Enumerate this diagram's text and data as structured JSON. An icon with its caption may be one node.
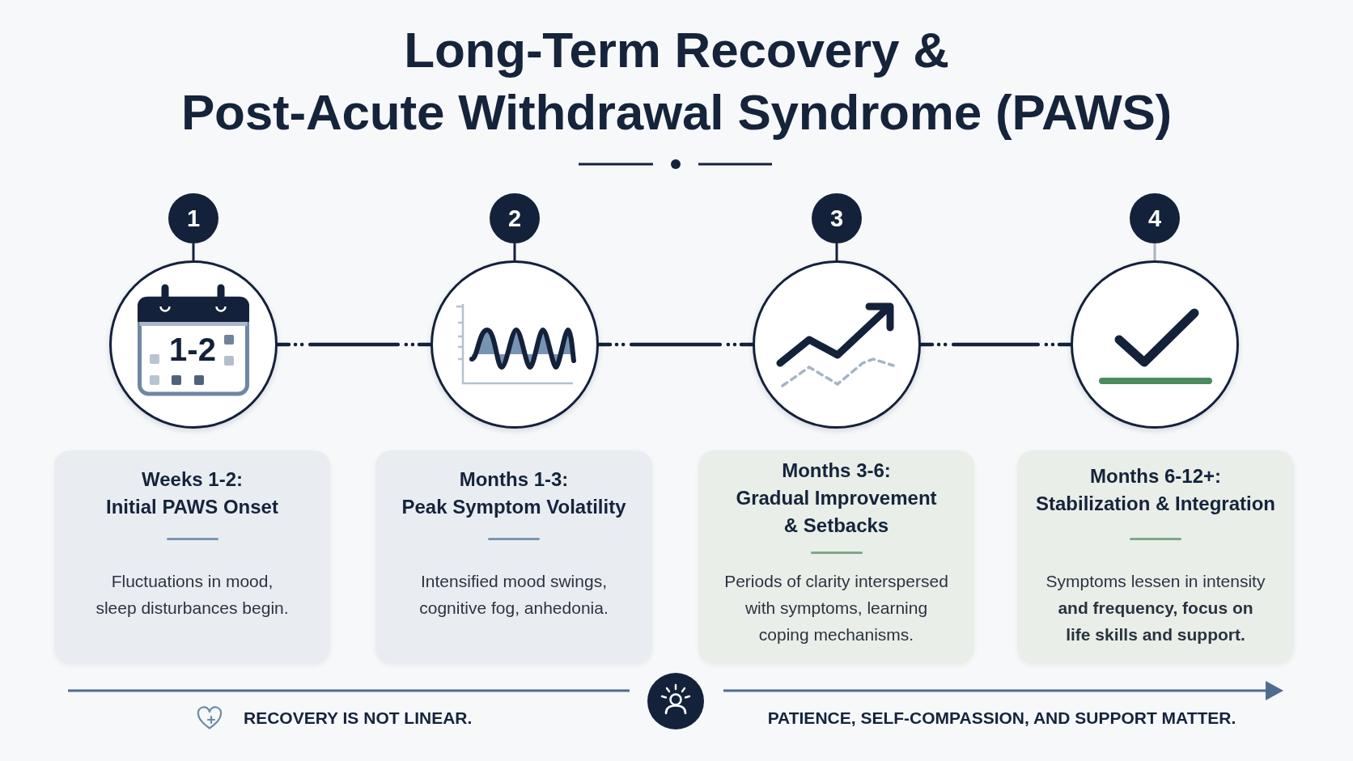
{
  "diagram": {
    "title": "Long-Term Recovery & Post-Acute Withdrawal Syndrome (PAWS)",
    "nodes": [
      {
        "text": [
          "1"
        ]
      },
      {
        "text": [
          "2"
        ]
      },
      {
        "text": [
          "3"
        ]
      },
      {
        "text": [
          "4"
        ]
      },
      {
        "text": [
          "1-2"
        ]
      },
      {
        "text": [],
        "shape": "circle"
      },
      {
        "text": [],
        "shape": "circle"
      },
      {
        "text": [],
        "shape": "circle"
      },
      {
        "text": [
          "Weeks 1-2: Initial PAWS Onset",
          "Fluctuations in mood, sleep disturbances begin."
        ]
      },
      {
        "text": [
          "Months 1-3: Peak Symptom Volatility",
          "Intensified mood swings, cognitive fog, anhedonia."
        ]
      },
      {
        "text": [
          "Months 3-6: Gradual Improvement & Setbacks",
          "Periods of clarity interspersed with symptoms, learning coping mechanisms."
        ]
      },
      {
        "text": [
          "Months 6-12+: Stabilization & Integration",
          "Symptoms lessen in intensity **and frequency, focus on life skills and support.**"
        ]
      }
    ],
    "edges": [
      {
        "from": 0,
        "to": 4,
        "arrow": "none"
      },
      {
        "from": 1,
        "to": 5,
        "arrow": "none"
      },
      {
        "from": 2,
        "to": 6,
        "arrow": "none"
      },
      {
        "from": 3,
        "to": 7,
        "arrow": "none",
        "color": "#aab4bf"
      },
      {
        "from": 4,
        "to": 5,
        "arrow": "none",
        "style": "dashed"
      },
      {
        "from": 5,
        "to": 6,
        "arrow": "none",
        "style": "dashed"
      },
      {
        "from": 6,
        "to": 7,
        "arrow": "none",
        "style": "dashed"
      }
    ],
    "labels": [
      "RECOVERY IS NOT LINEAR.",
      "PATIENCE, SELF-COMPASSION, AND SUPPORT MATTER."
    ]
  }
}
